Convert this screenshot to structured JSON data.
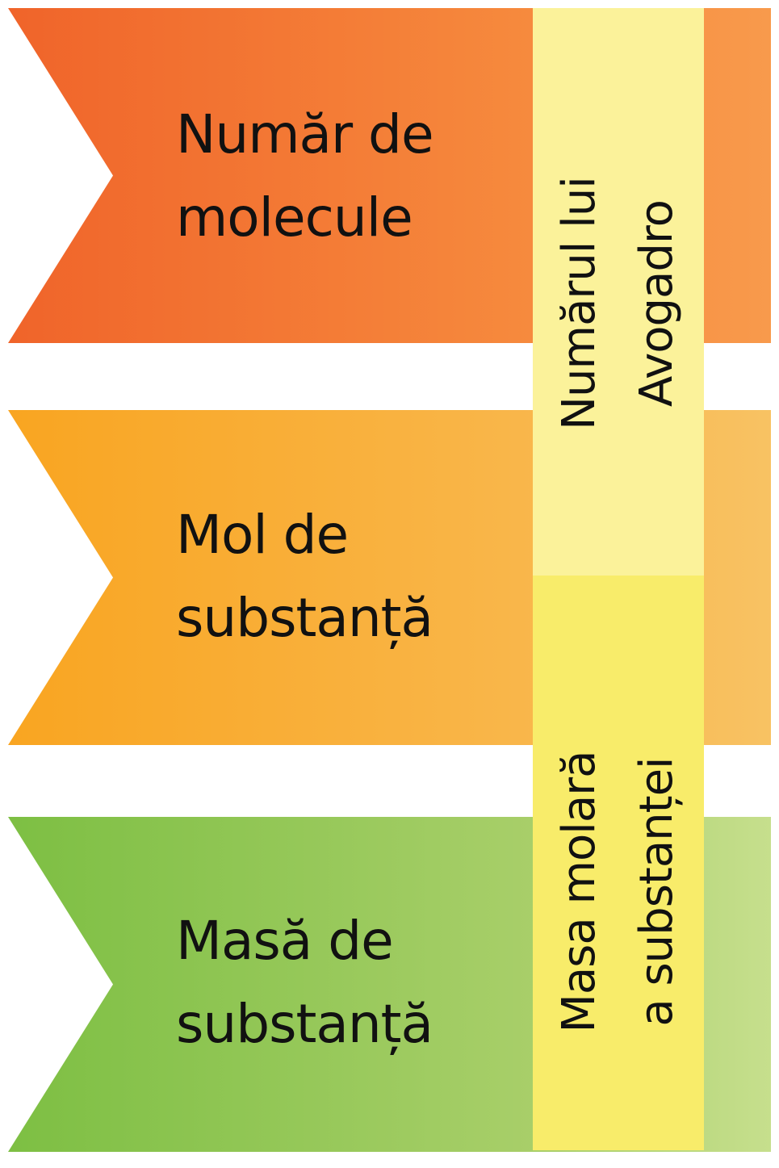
{
  "banners": [
    {
      "line1": "Număr de",
      "line2": "molecule",
      "color": "#f0642a"
    },
    {
      "line1": "Mol de",
      "line2": "substanță",
      "color": "#f9a521"
    },
    {
      "line1": "Masă de",
      "line2": "substanță",
      "color": "#7dbf43"
    }
  ],
  "conversions": [
    {
      "line1": "Numărul lui",
      "line2": "Avogadro",
      "color": "#fbf29a"
    },
    {
      "line1": "Masa molară",
      "line2": "a substanței",
      "color": "#f8ec6a"
    }
  ]
}
